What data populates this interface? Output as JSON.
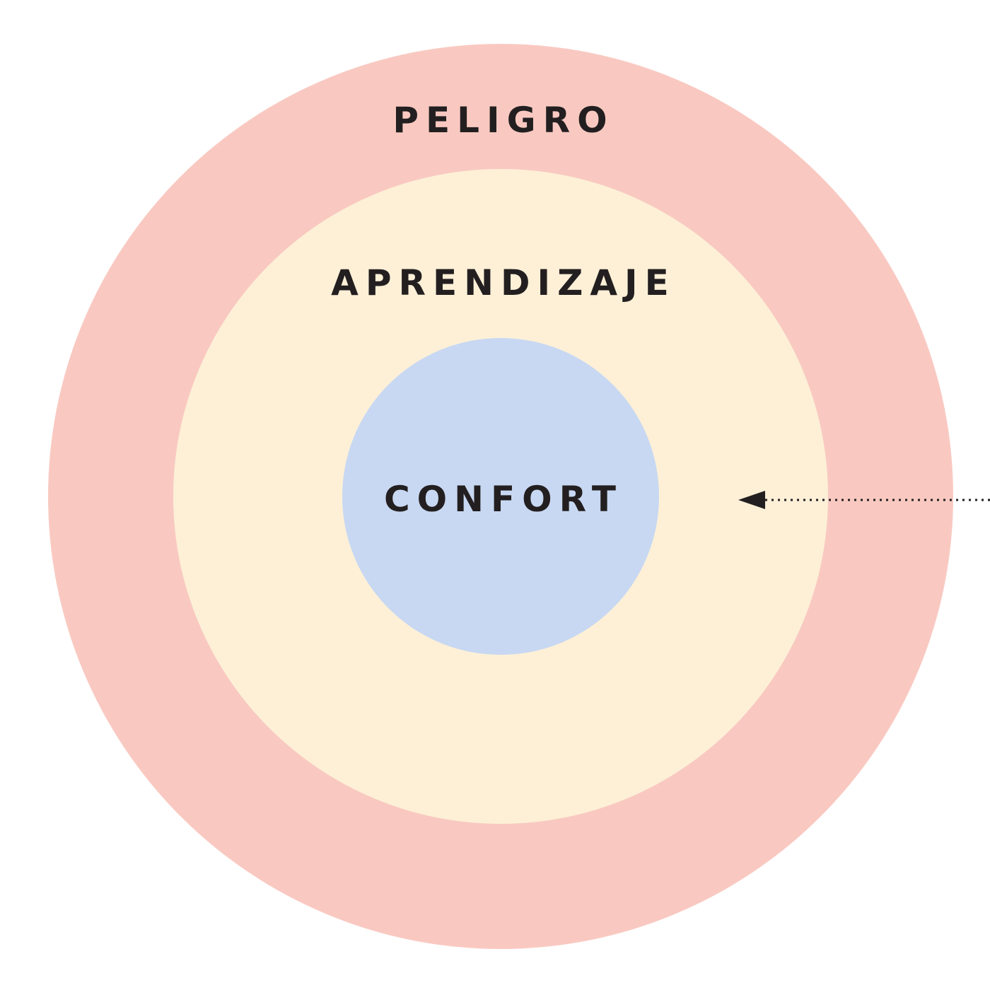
{
  "zones": [
    {
      "key": "danger",
      "label": "PELIGRO",
      "color": "#f9c9c1"
    },
    {
      "key": "learning",
      "label": "APRENDIZAJE",
      "color": "#fdf0d7"
    },
    {
      "key": "comfort",
      "label": "CONFORT",
      "color": "#c8d8f2"
    }
  ],
  "arrow": {
    "color": "#231f20",
    "style": "dotted",
    "direction": "left"
  }
}
